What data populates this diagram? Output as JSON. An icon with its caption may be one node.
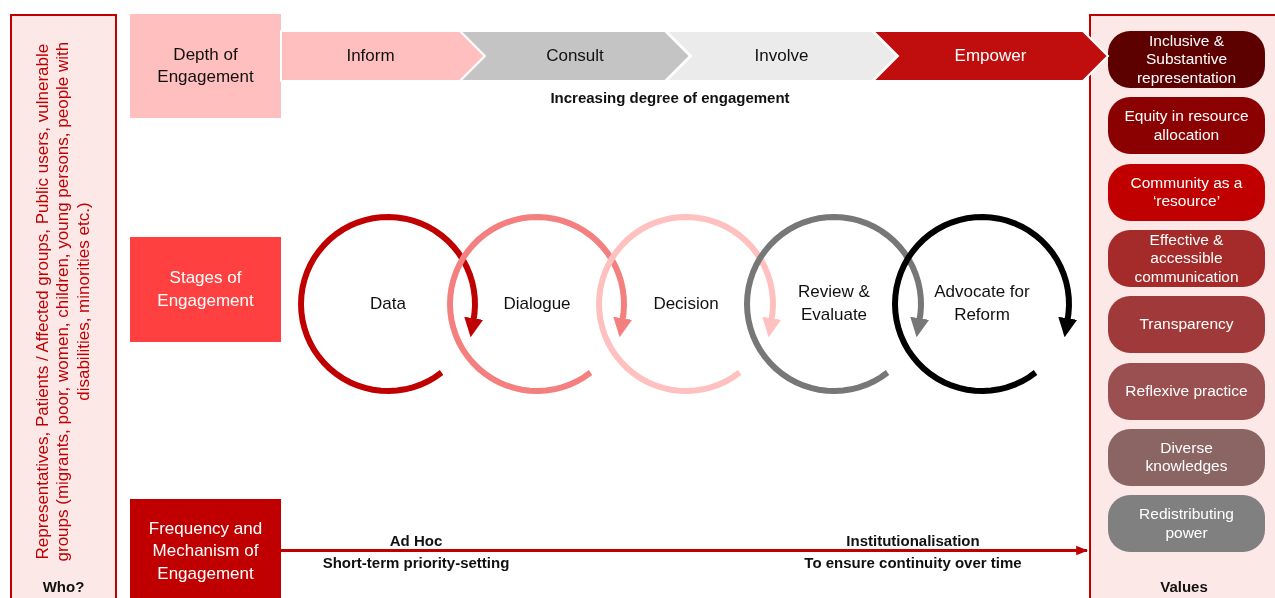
{
  "diagram": {
    "nodes": [
      {
        "text": [
          "Representatives, Patients / Affected groups, Public users, vulnerable groups (migrants, poor, women, children, young persons, people with disabilities, minorities etc.)",
          "Who?"
        ]
      },
      {
        "text": [
          "Depth of Engagement"
        ]
      },
      {
        "text": [
          "Inform"
        ]
      },
      {
        "text": [
          "Consult"
        ]
      },
      {
        "text": [
          "Involve"
        ]
      },
      {
        "text": [
          "Empower"
        ]
      },
      {
        "text": [
          "Stages of Engagement"
        ]
      },
      {
        "text": [
          "Data"
        ]
      },
      {
        "text": [
          "Dialogue"
        ]
      },
      {
        "text": [
          "Decision"
        ]
      },
      {
        "text": [
          "Review & Evaluate"
        ]
      },
      {
        "text": [
          "Advocate for Reform"
        ]
      },
      {
        "text": [
          "Frequency and Mechanism of Engagement"
        ]
      },
      {
        "text": [
          "Values"
        ]
      },
      {
        "text": [
          "Inclusive & Substantive representation"
        ],
        "in": 13
      },
      {
        "text": [
          "Equity in resource allocation"
        ],
        "in": 13
      },
      {
        "text": [
          "Community as a ‘resource’"
        ],
        "in": 13
      },
      {
        "text": [
          "Effective & accessible communication"
        ],
        "in": 13
      },
      {
        "text": [
          "Transparency"
        ],
        "in": 13
      },
      {
        "text": [
          "Reflexive practice"
        ],
        "in": 13
      },
      {
        "text": [
          "Diverse knowledges"
        ],
        "in": 13
      },
      {
        "text": [
          "Redistributing power"
        ],
        "in": 13
      }
    ],
    "edges": [
      {
        "from": 12,
        "to": 13,
        "arrow": "to"
      }
    ],
    "labels": [
      "Increasing degree of engagement",
      "Ad Hoc",
      "Short-term priority-setting",
      "Institutionalisation",
      "To ensure continuity over time"
    ]
  }
}
